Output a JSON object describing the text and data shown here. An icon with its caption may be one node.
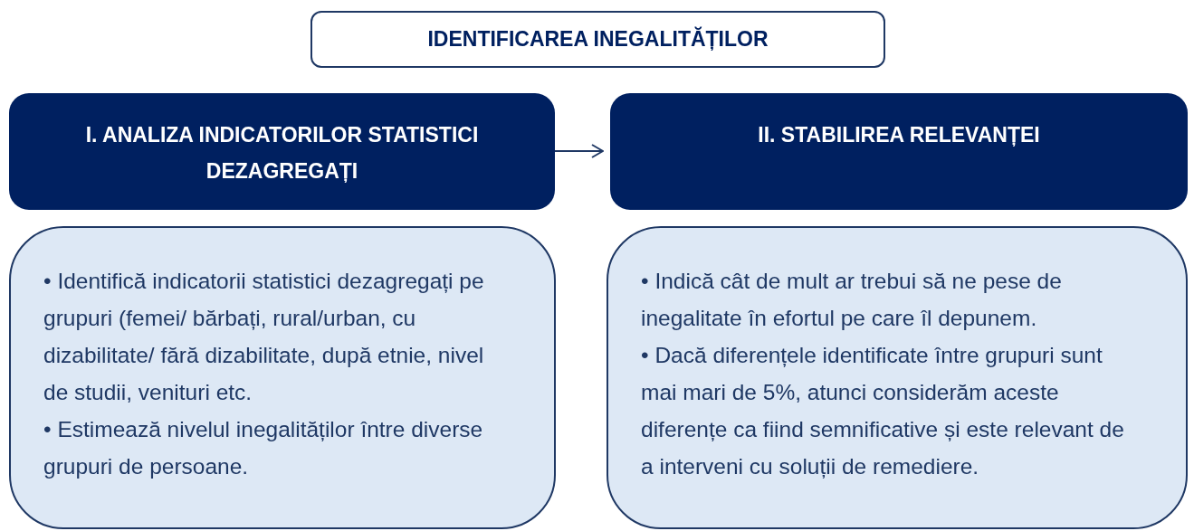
{
  "diagram": {
    "nodes": [
      {
        "text": [
          "IDENTIFICAREA INEGALITĂȚILOR"
        ]
      },
      {
        "text": [
          "I. ANALIZA INDICATORILOR STATISTICI DEZAGREGAȚI"
        ]
      },
      {
        "text": [
          "II. STABILIREA RELEVANȚEI"
        ]
      },
      {
        "text": [
          "• Identifică indicatorii statistici dezagregați pe grupuri (femei/ bărbați, rural/urban, cu dizabilitate/ fără dizabilitate, după etnie, nivel de studii, venituri etc.",
          "• Estimează nivelul inegalităților între diverse grupuri de persoane."
        ]
      },
      {
        "text": [
          "• Indică cât de mult ar trebui să ne pese de inegalitate în efortul pe care îl depunem.",
          "• Dacă diferențele identificate între grupuri sunt mai mari de 5%, atunci considerăm aceste diferențe ca fiind semnificative și este relevant de a interveni cu soluții de remediere."
        ]
      }
    ],
    "edges": [
      {
        "from": 1,
        "to": 2,
        "arrow": "to"
      }
    ]
  }
}
